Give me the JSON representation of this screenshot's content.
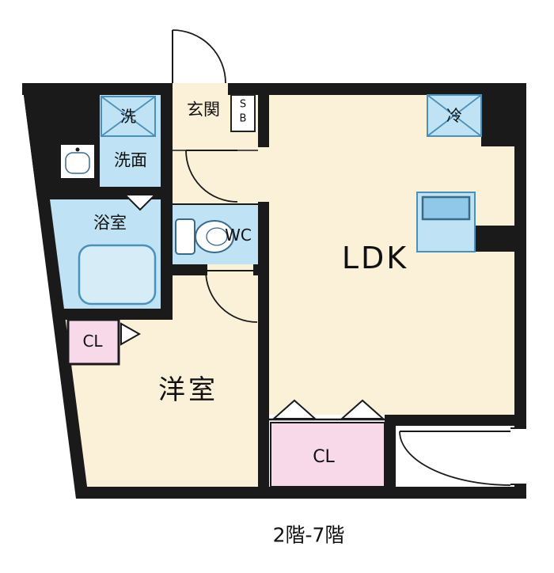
{
  "floorplan": {
    "caption": "2階-7階",
    "labels": {
      "washer": "洗",
      "entrance": "玄関",
      "shoebox_s": "S",
      "shoebox_b": "B",
      "washroom": "洗面",
      "bathroom": "浴室",
      "toilet": "WC",
      "fridge": "冷",
      "ldk": "LDK",
      "western_room": "洋室",
      "closet_left": "CL",
      "closet_bottom": "CL"
    },
    "colors": {
      "wall": "#1a1a1a",
      "room_cream": "#fbf0d8",
      "wet_blue": "#bfe2f4",
      "tub_fill": "#d6edf8",
      "closet_pink": "#f8d9e9",
      "fixture_blue": "#4a90b8",
      "fixture_dark": "#3a6a88",
      "sink_fill": "#8fc8e8"
    }
  }
}
